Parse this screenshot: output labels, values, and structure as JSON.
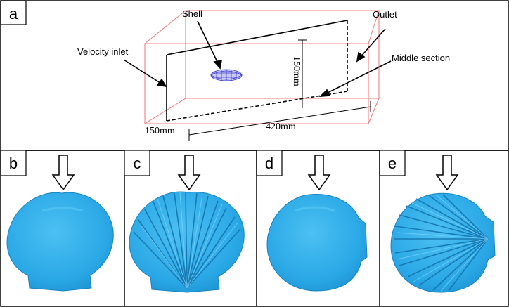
{
  "panels": {
    "a": {
      "label": "a"
    },
    "b": {
      "label": "b"
    },
    "c": {
      "label": "c"
    },
    "d": {
      "label": "d"
    },
    "e": {
      "label": "e"
    }
  },
  "annotations": {
    "shell": "Shell",
    "outlet": "Outlet",
    "velocity_inlet": "Velocity inlet",
    "middle_section": "Middle section"
  },
  "dimensions": {
    "depth": "150mm",
    "height": "150mm",
    "length": "420mm"
  },
  "colors": {
    "domain_edges": "#f08080",
    "section_lines": "#000000",
    "shell_mesh": "#3a3ad0",
    "shell_fill": "#2aa8e6",
    "shell_rib": "#1478b8",
    "frame": "#000000"
  }
}
